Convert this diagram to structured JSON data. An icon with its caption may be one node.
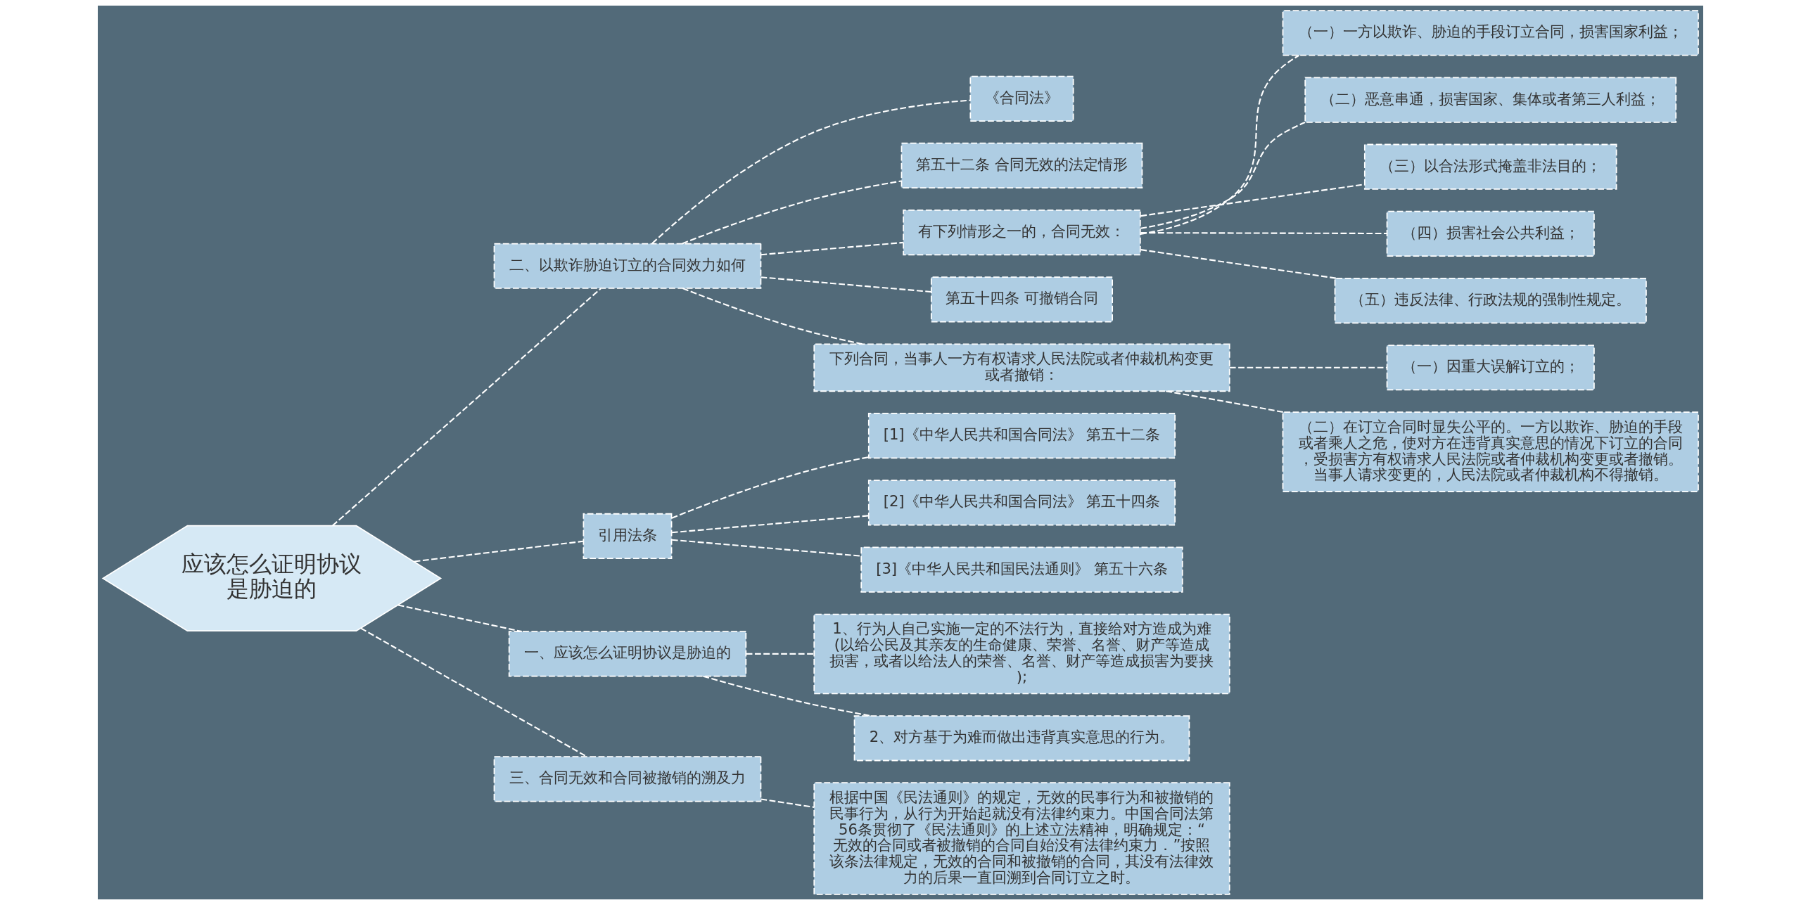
{
  "diagram": {
    "nodes": [
      {
        "text": [
          "应该怎么证明协议是胁迫的"
        ]
      },
      {
        "text": [
          "二、以欺诈胁迫订立的合同效力如何"
        ]
      },
      {
        "text": [
          "《合同法》"
        ]
      },
      {
        "text": [
          "第五十二条 合同无效的法定情形"
        ]
      },
      {
        "text": [
          "有下列情形之一的，合同无效："
        ]
      },
      {
        "text": [
          "（一）一方以欺诈、胁迫的手段订立合同，损害国家利益；"
        ]
      },
      {
        "text": [
          "（二）恶意串通，损害国家、集体或者第三人利益；"
        ]
      },
      {
        "text": [
          "（三）以合法形式掩盖非法目的；"
        ]
      },
      {
        "text": [
          "（四）损害社会公共利益；"
        ]
      },
      {
        "text": [
          "（五）违反法律、行政法规的强制性规定。"
        ]
      },
      {
        "text": [
          "第五十四条 可撤销合同"
        ]
      },
      {
        "text": [
          "下列合同，当事人一方有权请求人民法院或者仲裁机构变更或者撤销："
        ]
      },
      {
        "text": [
          "（一）因重大误解订立的；"
        ]
      },
      {
        "text": [
          "（二）在订立合同时显失公平的。一方以欺诈、胁迫的手段或者乘人之危，使对方在违背真实意思的情况下订立的合同，受损害方有权请求人民法院或者仲裁机构变更或者撤销。当事人请求变更的，人民法院或者仲裁机构不得撤销。"
        ]
      },
      {
        "text": [
          "引用法条"
        ]
      },
      {
        "text": [
          "[1]《中华人民共和国合同法》 第五十二条"
        ]
      },
      {
        "text": [
          "[2]《中华人民共和国合同法》 第五十四条"
        ]
      },
      {
        "text": [
          "[3]《中华人民共和国民法通则》 第五十六条"
        ]
      },
      {
        "text": [
          "一、应该怎么证明协议是胁迫的"
        ]
      },
      {
        "text": [
          "1、行为人自己实施一定的不法行为，直接给对方造成为难(以给公民及其亲友的生命健康、荣誉、名誉、财产等造成损害，或者以给法人的荣誉、名誉、财产等造成损害为要挟);"
        ]
      },
      {
        "text": [
          "2、对方基于为难而做出违背真实意思的行为。"
        ]
      },
      {
        "text": [
          "三、合同无效和合同被撤销的溯及力"
        ]
      },
      {
        "text": [
          "根据中国《民法通则》的规定，无效的民事行为和被撤销的民事行为，从行为开始起就没有法律约束力。中国合同法第56条贯彻了《民法通则》的上述立法精神，明确规定：“无效的合同或者被撤销的合同自始没有法律约束力．”按照该条法律规定，无效的合同和被撤销的合同，其没有法律效力的后果一直回溯到合同订立之时。"
        ]
      }
    ],
    "edges": [
      {
        "from": 0,
        "to": 1,
        "arrow": "none"
      },
      {
        "from": 1,
        "to": 2,
        "arrow": "none"
      },
      {
        "from": 1,
        "to": 3,
        "arrow": "none"
      },
      {
        "from": 1,
        "to": 4,
        "arrow": "none"
      },
      {
        "from": 4,
        "to": 5,
        "arrow": "none"
      },
      {
        "from": 4,
        "to": 6,
        "arrow": "none"
      },
      {
        "from": 4,
        "to": 7,
        "arrow": "none"
      },
      {
        "from": 4,
        "to": 8,
        "arrow": "none"
      },
      {
        "from": 4,
        "to": 9,
        "arrow": "none"
      },
      {
        "from": 1,
        "to": 10,
        "arrow": "none"
      },
      {
        "from": 1,
        "to": 11,
        "arrow": "none"
      },
      {
        "from": 11,
        "to": 12,
        "arrow": "none"
      },
      {
        "from": 11,
        "to": 13,
        "arrow": "none"
      },
      {
        "from": 0,
        "to": 14,
        "arrow": "none"
      },
      {
        "from": 14,
        "to": 15,
        "arrow": "none"
      },
      {
        "from": 14,
        "to": 16,
        "arrow": "none"
      },
      {
        "from": 14,
        "to": 17,
        "arrow": "none"
      },
      {
        "from": 0,
        "to": 18,
        "arrow": "none"
      },
      {
        "from": 18,
        "to": 19,
        "arrow": "none"
      },
      {
        "from": 18,
        "to": 20,
        "arrow": "none"
      },
      {
        "from": 0,
        "to": 21,
        "arrow": "none"
      },
      {
        "from": 21,
        "to": 22,
        "arrow": "none"
      }
    ]
  }
}
